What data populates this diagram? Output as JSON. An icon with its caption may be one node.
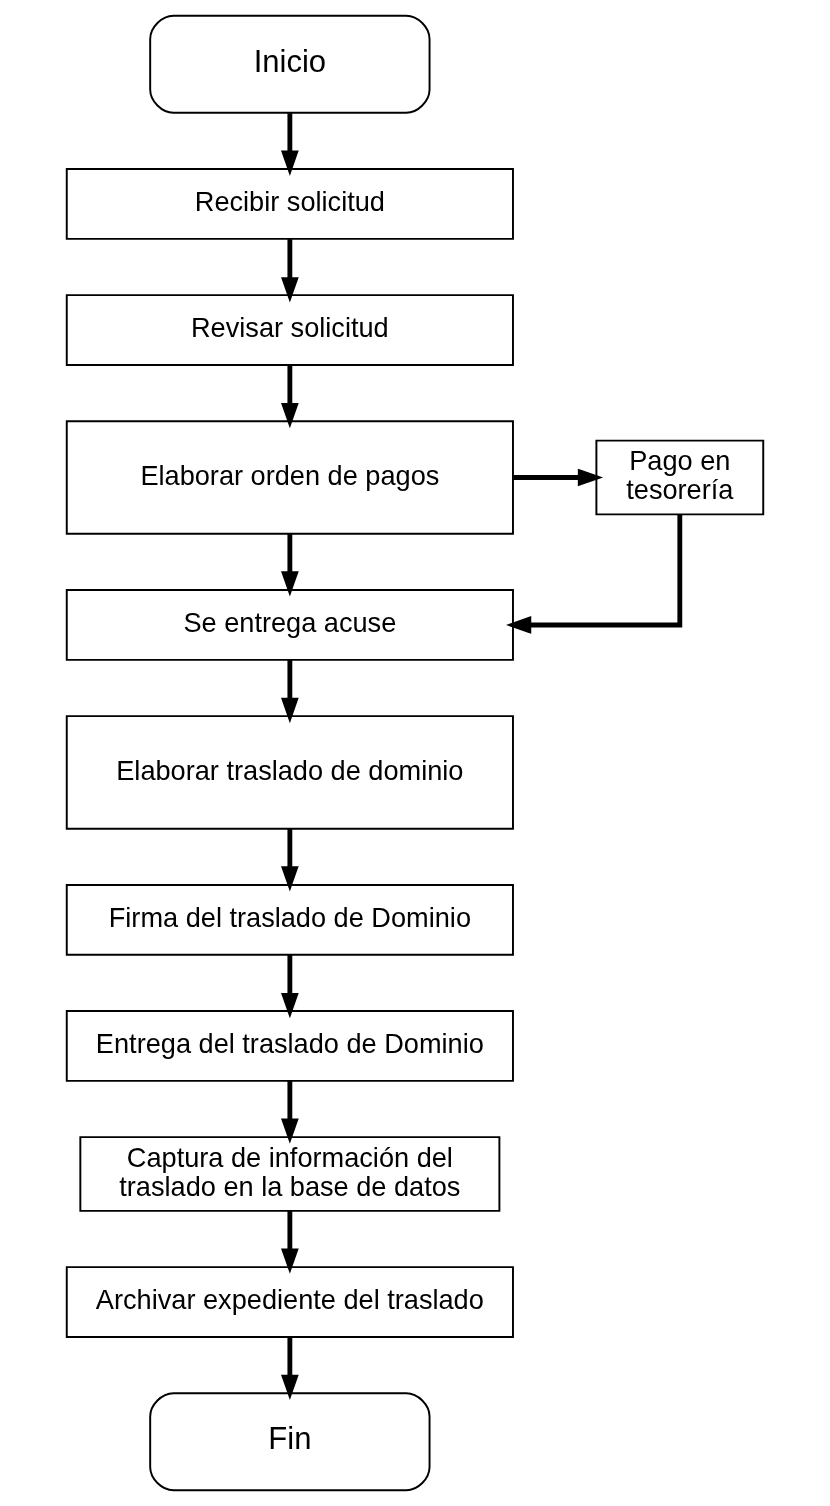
{
  "diagram": {
    "nodes": [
      {
        "text": [
          "Inicio"
        ]
      },
      {
        "text": [
          "Recibir solicitud"
        ]
      },
      {
        "text": [
          "Revisar solicitud"
        ]
      },
      {
        "text": [
          "Elaborar orden de pagos"
        ]
      },
      {
        "text": [
          "Pago en tesorería"
        ]
      },
      {
        "text": [
          "Se entrega acuse"
        ]
      },
      {
        "text": [
          "Elaborar traslado de dominio"
        ]
      },
      {
        "text": [
          "Firma del traslado de Dominio"
        ]
      },
      {
        "text": [
          "Entrega del traslado de Dominio"
        ]
      },
      {
        "text": [
          "Captura de información del traslado en la base de datos"
        ]
      },
      {
        "text": [
          "Archivar expediente del traslado"
        ]
      },
      {
        "text": [
          "Fin"
        ]
      }
    ],
    "edges": [
      {
        "from": 0,
        "to": 1,
        "arrow": "to"
      },
      {
        "from": 1,
        "to": 2,
        "arrow": "to"
      },
      {
        "from": 2,
        "to": 3,
        "arrow": "to"
      },
      {
        "from": 3,
        "to": 4,
        "arrow": "to"
      },
      {
        "from": 3,
        "to": 5,
        "arrow": "to"
      },
      {
        "from": 4,
        "to": 5,
        "arrow": "to"
      },
      {
        "from": 5,
        "to": 6,
        "arrow": "to"
      },
      {
        "from": 6,
        "to": 7,
        "arrow": "to"
      },
      {
        "from": 7,
        "to": 8,
        "arrow": "to"
      },
      {
        "from": 8,
        "to": 9,
        "arrow": "to"
      },
      {
        "from": 9,
        "to": 10,
        "arrow": "to"
      },
      {
        "from": 10,
        "to": 11,
        "arrow": "to"
      }
    ]
  }
}
